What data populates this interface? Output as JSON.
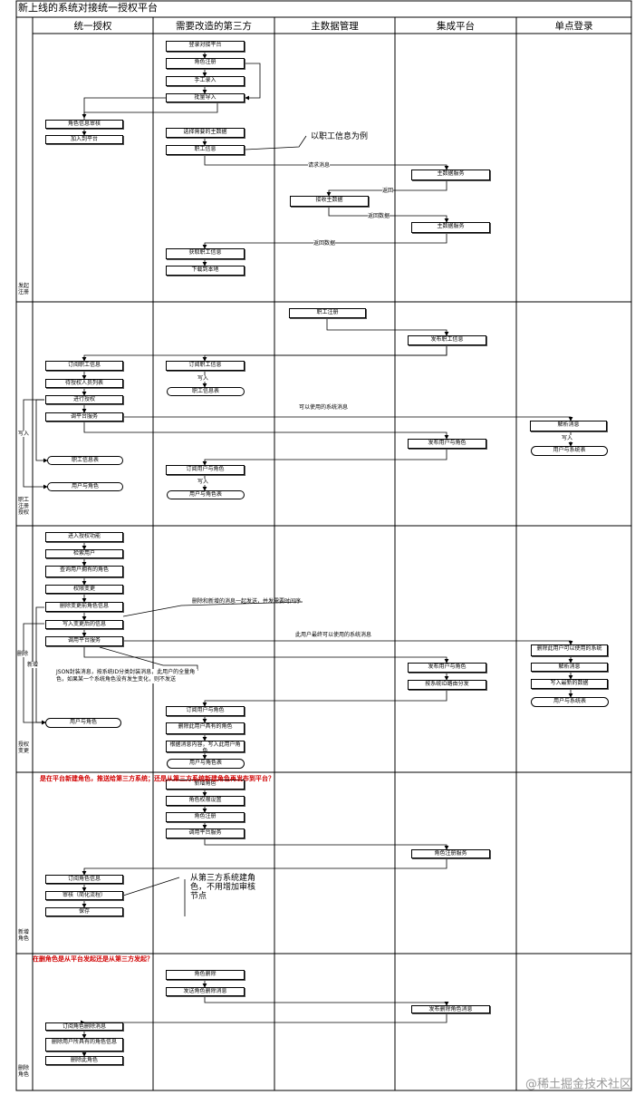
{
  "title": "新上线的系统对接统一授权平台",
  "lanes": [
    "统一授权",
    "需要改造的第三方",
    "主数据管理",
    "集成平台",
    "单点登录"
  ],
  "phases": [
    "发起注册",
    "职工注册授权",
    "授权变更",
    "新增角色",
    "删除角色"
  ],
  "boxes": {
    "b1": "登录对接平台",
    "b2": "角色注册",
    "b3": "手工录入",
    "b4": "批量导入",
    "b5": "角色信息审核",
    "b6": "加入到平台",
    "b7": "选择需要的主数据",
    "b8": "职工信息",
    "b9": "主数据服务",
    "b10": "接收主数据",
    "b11": "主数据服务",
    "b12": "获取职工信息",
    "b13": "下载到本地",
    "c1": "职工注册",
    "c2": "发布职工信息",
    "c3": "订阅职工信息",
    "c4": "订阅职工信息",
    "c5": "待授权人员列表",
    "c6": "进行授权",
    "c7": "调平台服务",
    "c8": "发布用户与角色",
    "c9": "解析消息",
    "c10": "订阅用户与角色",
    "d1": "进入授权功能",
    "d2": "检索用户",
    "d3": "查询用户拥有的角色",
    "d4": "权限变更",
    "d5": "删除变更前角色信息",
    "d6": "写入变更后的信息",
    "d7": "调用平台服务",
    "d8": "发布用户与角色",
    "d9": "按系统ID路由分发",
    "d10": "删除此用户可以使用的系统",
    "d11": "解析消息",
    "d12": "写入最新的数据",
    "d13": "订阅用户与角色",
    "d14": "删除此用户具有的角色",
    "d15": "根据消息内容，写入此用户角色",
    "e1": "新增角色",
    "e2": "角色权限设置",
    "e3": "角色注册",
    "e4": "调用平台服务",
    "e5": "角色注册服务",
    "e6": "订阅角色信息",
    "e7": "审核（简化流程）",
    "e8": "保存",
    "f1": "角色删除",
    "f2": "发送角色删除消息",
    "f3": "发布删除角色消息",
    "f4": "订阅角色删除消息",
    "f5": "删除用户所具有的角色信息",
    "f6": "删除此角色"
  },
  "dbs": {
    "db1": "职工信息表",
    "db2": "职工信息表",
    "db3": "用户与角色",
    "db4": "用户与角色表",
    "db5": "用户与系统表",
    "db6": "用户与角色",
    "db7": "用户与系统表",
    "db8": "用户与角色表"
  },
  "labels": {
    "l1": "请求消息",
    "l2": "返回",
    "l3": "返回数据",
    "l4": "返回数据",
    "l5": "写入",
    "l6": "可以使用的系统消息",
    "l7": "写入",
    "l8": "写入",
    "l9": "写入",
    "l10": "此用户最终可以使用的系统消息",
    "l11": "JSON封装消息，按系统ID分类封装消息，此用户的全量角色，如果某一个系统角色没有发生变化，则不发送",
    "l12": "删除",
    "l13": "新增",
    "l14": "删除和新增的消息一起发送，并发需要时间序"
  },
  "notes": {
    "n1": "以职工信息为例",
    "n2": "从第三方系统建角色，不用增加审核节点"
  },
  "red": {
    "r1": "是在平台新建角色，推送给第三方系统；还是从第三方系统新建角色再发布到平台？",
    "r2": "在删角色是从平台发起还是从第三方发起？"
  },
  "watermark": "@稀土掘金技术社区"
}
